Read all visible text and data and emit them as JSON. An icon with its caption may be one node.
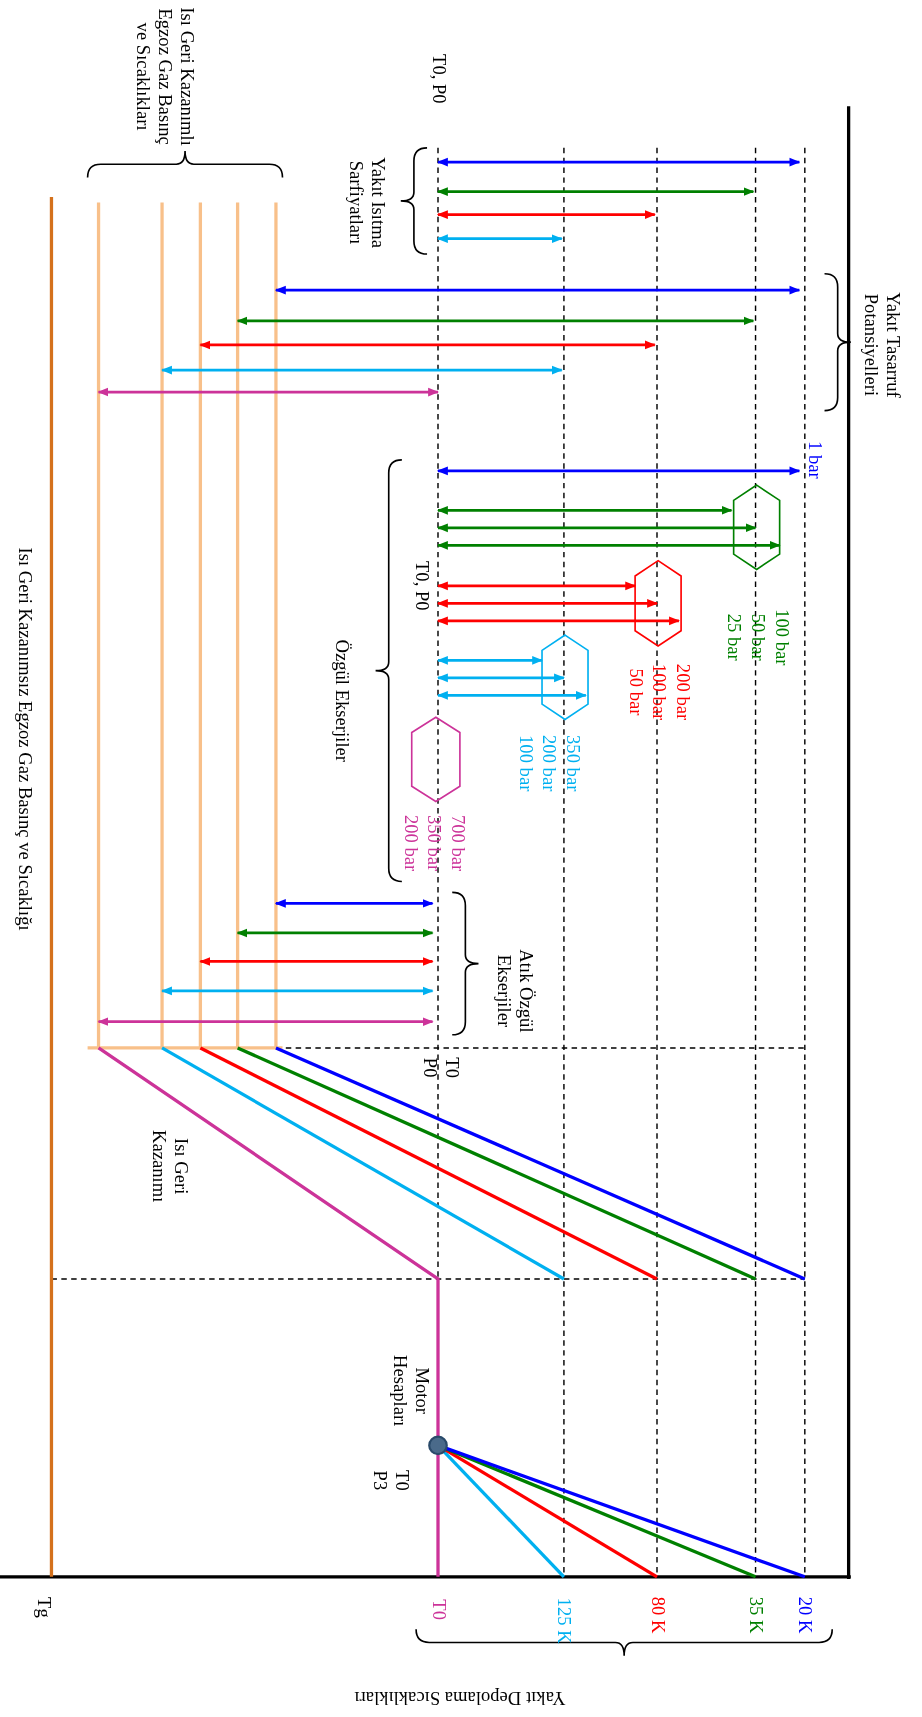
{
  "diagram": {
    "labels": [
      "Isı Geri Kazanımsız Egzoz Gaz Basınç ve Sıcaklığı",
      "Isı Geri Kazanımlı Egzoz Gaz Basınç ve Sıcaklıkları",
      "T0, P0",
      "Yakıt Isıtma Sarfiyatları",
      "Yakıt Tasarruf Potansiyelleri",
      "Özgül Ekserjiler",
      "T0, P0",
      "1 bar",
      "25 bar",
      "50 bar",
      "100 bar",
      "50 bar",
      "100 bar",
      "200 bar",
      "100 bar",
      "200 bar",
      "350 bar",
      "200 bar",
      "350 bar",
      "700 bar",
      "Atık Özgül Ekserjiler",
      "T0 P0",
      "Isı Geri Kazanımı",
      "Motor Hesapları",
      "T0 P3",
      "Tg",
      "T0",
      "125 K",
      "80 K",
      "35 K",
      "20 K",
      "Yakıt Depolama Sıcaklıkları"
    ]
  }
}
